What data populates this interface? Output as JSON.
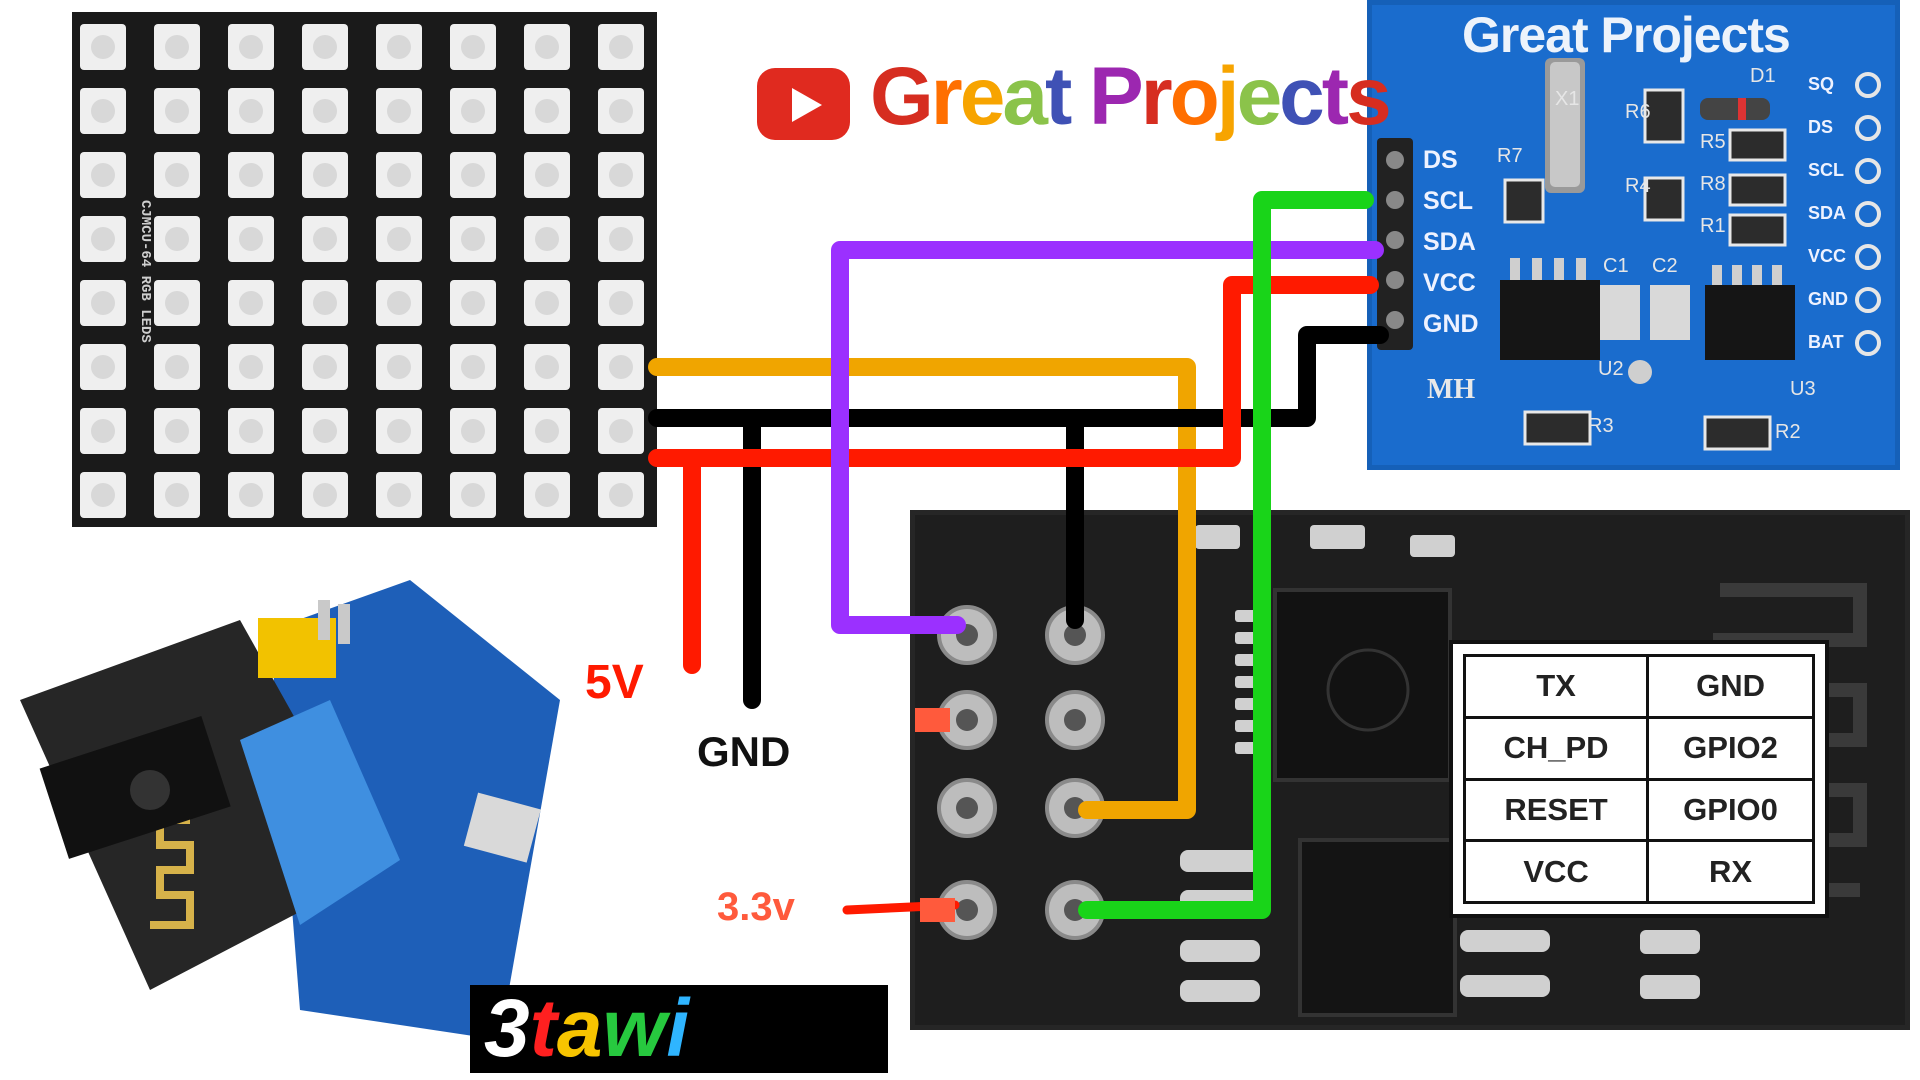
{
  "header": {
    "channel_title": "Great Projects",
    "title_colors": [
      "#d62d20",
      "#ff6f00",
      "#f7a400",
      "#8bc34a",
      "#3f51b5",
      "#9c27b0"
    ]
  },
  "led_matrix": {
    "label": "CJMCU-64 RGB LEDS",
    "rows": 8,
    "cols": 8
  },
  "rtc_module": {
    "left_pins": [
      "DS",
      "SCL",
      "SDA",
      "VCC",
      "GND"
    ],
    "right_pins": [
      "SQ",
      "DS",
      "SCL",
      "SDA",
      "VCC",
      "GND",
      "BAT"
    ],
    "board_label": "MH",
    "watermark": "Great Projects",
    "components": [
      "X1",
      "R6",
      "R7",
      "D1",
      "R5",
      "R4",
      "R8",
      "R1",
      "C1",
      "C2",
      "U2",
      "U3",
      "R3",
      "R2"
    ]
  },
  "power_labels": {
    "v5": "5V",
    "gnd": "GND",
    "v33": "3.3v"
  },
  "esp_pinout": {
    "rows": [
      [
        "TX",
        "GND"
      ],
      [
        "CH_PD",
        "GPIO2"
      ],
      [
        "RESET",
        "GPIO0"
      ],
      [
        "VCC",
        "RX"
      ]
    ]
  },
  "brand_logo": "3tawi",
  "wire_colors": {
    "orange": "#f0a500",
    "black": "#000000",
    "red": "#ff1a00",
    "purple": "#9b30ff",
    "green": "#19d419"
  }
}
